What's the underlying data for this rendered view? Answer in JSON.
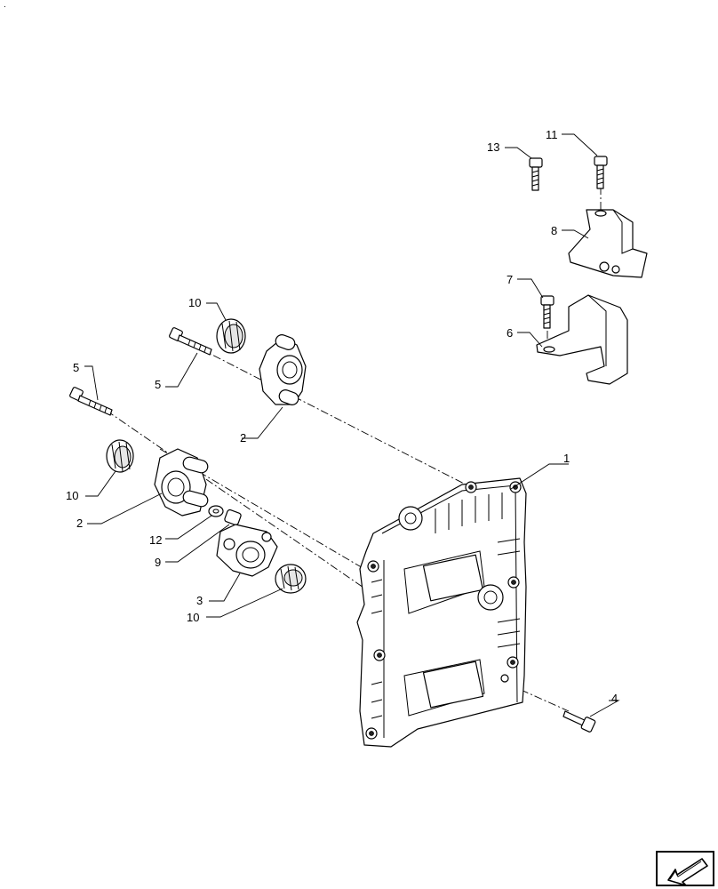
{
  "corner_mark": ".",
  "callouts": [
    {
      "id": "c1",
      "label": "1"
    },
    {
      "id": "c2a",
      "label": "2"
    },
    {
      "id": "c2b",
      "label": "2"
    },
    {
      "id": "c3",
      "label": "3"
    },
    {
      "id": "c4",
      "label": "4"
    },
    {
      "id": "c5a",
      "label": "5"
    },
    {
      "id": "c5b",
      "label": "5"
    },
    {
      "id": "c6",
      "label": "6"
    },
    {
      "id": "c7",
      "label": "7"
    },
    {
      "id": "c8",
      "label": "8"
    },
    {
      "id": "c9",
      "label": "9"
    },
    {
      "id": "c10a",
      "label": "10"
    },
    {
      "id": "c10b",
      "label": "10"
    },
    {
      "id": "c10c",
      "label": "10"
    },
    {
      "id": "c11",
      "label": "11"
    },
    {
      "id": "c12",
      "label": "12"
    },
    {
      "id": "c13",
      "label": "13"
    }
  ],
  "nav_icon": "arrow-down-left-icon"
}
